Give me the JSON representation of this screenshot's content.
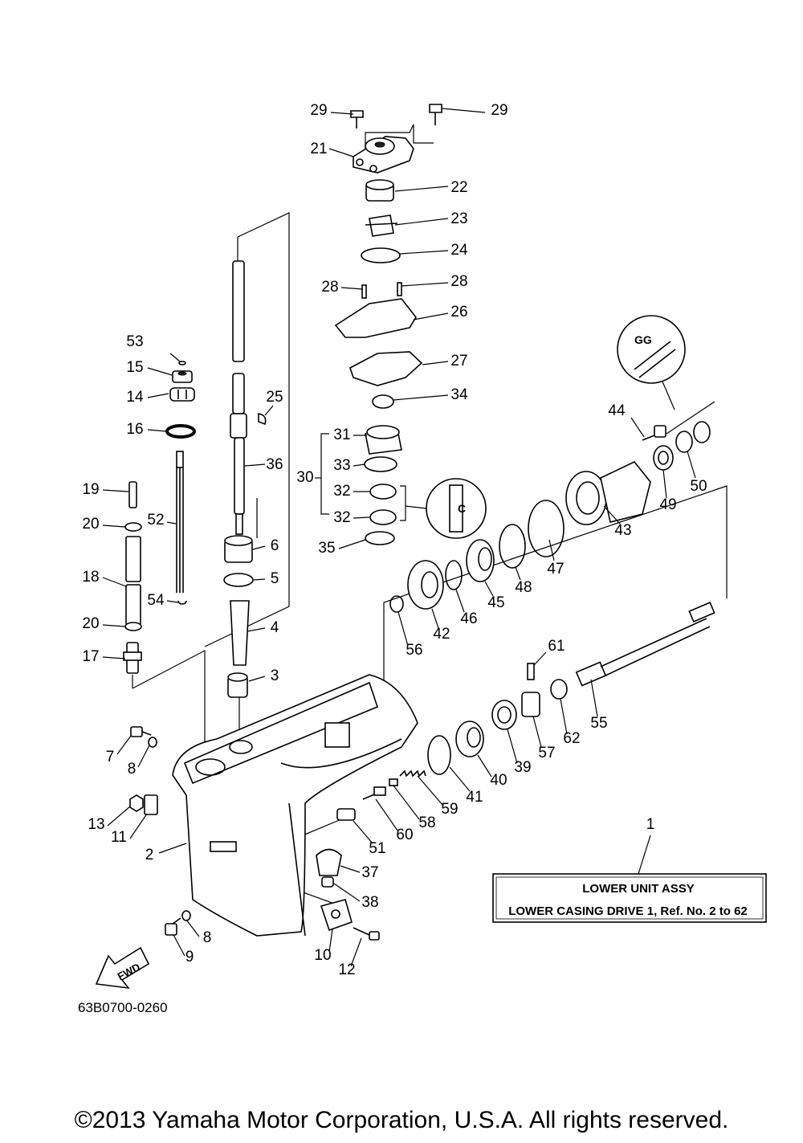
{
  "callouts": [
    "29",
    "29",
    "21",
    "22",
    "23",
    "24",
    "28",
    "28",
    "26",
    "27",
    "34",
    "31",
    "33",
    "30",
    "32",
    "32",
    "35",
    "53",
    "15",
    "14",
    "16",
    "25",
    "36",
    "19",
    "52",
    "20",
    "18",
    "54",
    "20",
    "17",
    "6",
    "5",
    "4",
    "3",
    "7",
    "8",
    "13",
    "11",
    "2",
    "8",
    "9",
    "10",
    "12",
    "37",
    "38",
    "51",
    "60",
    "58",
    "59",
    "41",
    "40",
    "39",
    "57",
    "62",
    "55",
    "61",
    "56",
    "42",
    "46",
    "45",
    "48",
    "47",
    "43",
    "44",
    "49",
    "50",
    "1"
  ],
  "legend": {
    "title": "LOWER  UNIT ASSY",
    "subtitle": "LOWER CASING DRIVE 1, Ref. No. 2 to 62"
  },
  "fwd_label": "FWD",
  "diagram_code": "63B0700-0260",
  "copyright": "©2013 Yamaha Motor Corporation, U.S.A. All rights reserved."
}
